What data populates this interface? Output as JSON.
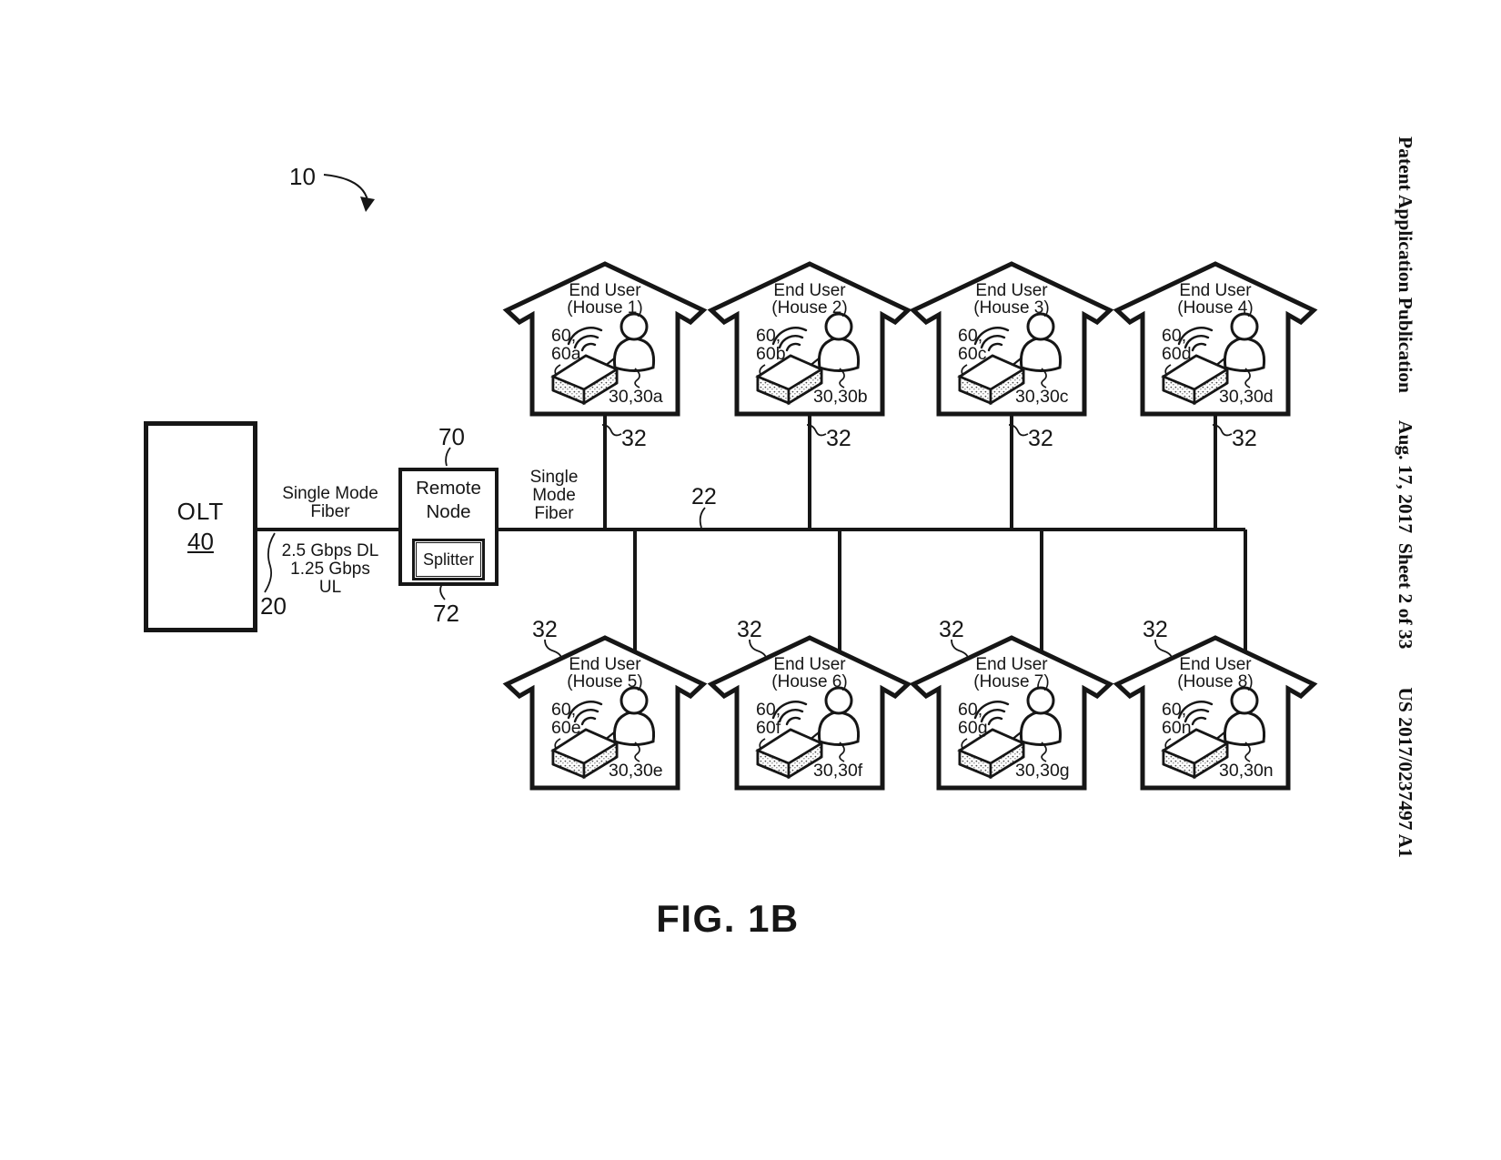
{
  "header": {
    "publication": "Patent Application Publication",
    "date_sheet": "Aug. 17, 2017  Sheet 2 of 33",
    "doc_number": "US 2017/0237497 A1"
  },
  "figure": {
    "label": "FIG. 1B",
    "system_ref": "10"
  },
  "olt": {
    "title": "OLT",
    "ref": "40",
    "link_ref": "20"
  },
  "fiber": {
    "left_line1": "Single Mode",
    "left_line2": "Fiber",
    "rate_line1": "2.5 Gbps DL",
    "rate_line2": "1.25 Gbps",
    "rate_line3": "UL",
    "right_line1": "Single",
    "right_line2": "Mode",
    "right_line3": "Fiber",
    "bus_ref": "22"
  },
  "remote_node": {
    "line1": "Remote",
    "line2": "Node",
    "ref": "70",
    "splitter": "Splitter",
    "splitter_ref": "72"
  },
  "houses": [
    {
      "line1": "End User",
      "line2": "(House 1)",
      "dev1": "60,",
      "dev2": "60a",
      "user": "30,30a",
      "drop": "32"
    },
    {
      "line1": "End User",
      "line2": "(House 2)",
      "dev1": "60,",
      "dev2": "60b",
      "user": "30,30b",
      "drop": "32"
    },
    {
      "line1": "End User",
      "line2": "(House 3)",
      "dev1": "60,",
      "dev2": "60c",
      "user": "30,30c",
      "drop": "32"
    },
    {
      "line1": "End User",
      "line2": "(House 4)",
      "dev1": "60,",
      "dev2": "60d",
      "user": "30,30d",
      "drop": "32"
    },
    {
      "line1": "End User",
      "line2": "(House 5)",
      "dev1": "60,",
      "dev2": "60e",
      "user": "30,30e",
      "drop": "32"
    },
    {
      "line1": "End User",
      "line2": "(House 6)",
      "dev1": "60,",
      "dev2": "60f",
      "user": "30,30f",
      "drop": "32"
    },
    {
      "line1": "End User",
      "line2": "(House 7)",
      "dev1": "60,",
      "dev2": "60g",
      "user": "30,30g",
      "drop": "32"
    },
    {
      "line1": "End User",
      "line2": "(House 8)",
      "dev1": "60,",
      "dev2": "60n",
      "user": "30,30n",
      "drop": "32"
    }
  ]
}
